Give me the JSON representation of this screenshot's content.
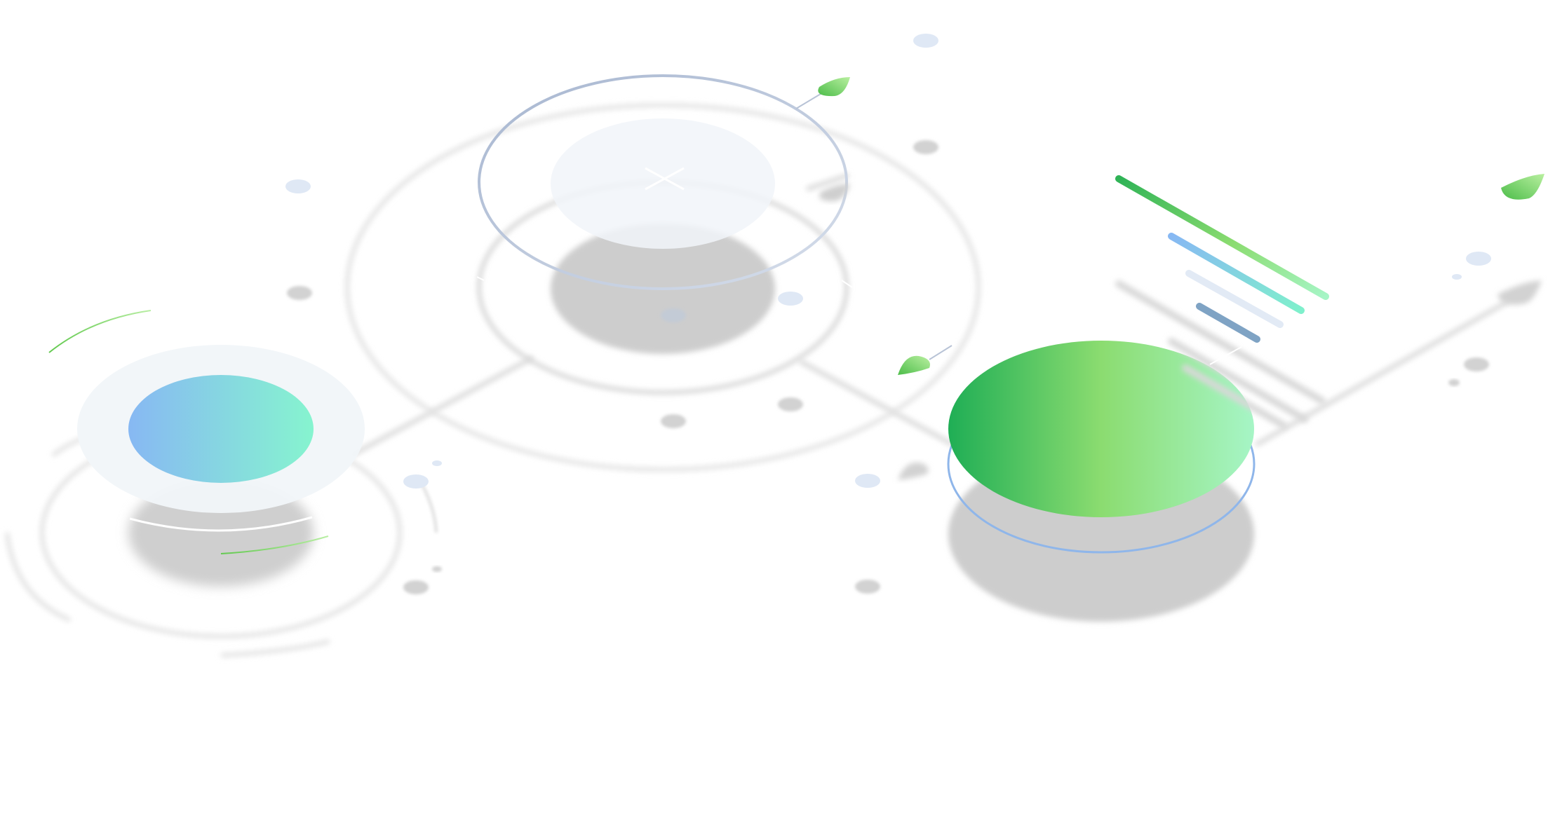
{
  "illustration": {
    "kind": "isometric-decorative-illustration",
    "nodes": [
      {
        "name": "node-left",
        "fill": "gradient-blue-to-mint"
      },
      {
        "name": "node-center",
        "fill": "translucent-glass"
      },
      {
        "name": "node-right",
        "fill": "gradient-green"
      }
    ],
    "bars": [
      {
        "name": "bar-green",
        "fill": "gradient-green"
      },
      {
        "name": "bar-blue",
        "fill": "gradient-blue-to-mint"
      },
      {
        "name": "bar-light",
        "fill": "pale-blue"
      },
      {
        "name": "bar-steel",
        "fill": "steel-blue"
      }
    ],
    "leaves": [
      "leaf-top",
      "leaf-middle",
      "leaf-right"
    ]
  },
  "colors": {
    "green_dark": "#1fae55",
    "green_mid": "#8bdc70",
    "green_light": "#a6f5c6",
    "blue": "#87b8f3",
    "mint": "#86f4cf",
    "pale_blue": "#dfe8f5",
    "steel_blue": "#7fa3c4",
    "shadow_gray": "#cfcfcf",
    "ring_gray": "#e3e3e3",
    "glass": "#f1f5f9",
    "ring_outline": "#9fb0cf"
  }
}
